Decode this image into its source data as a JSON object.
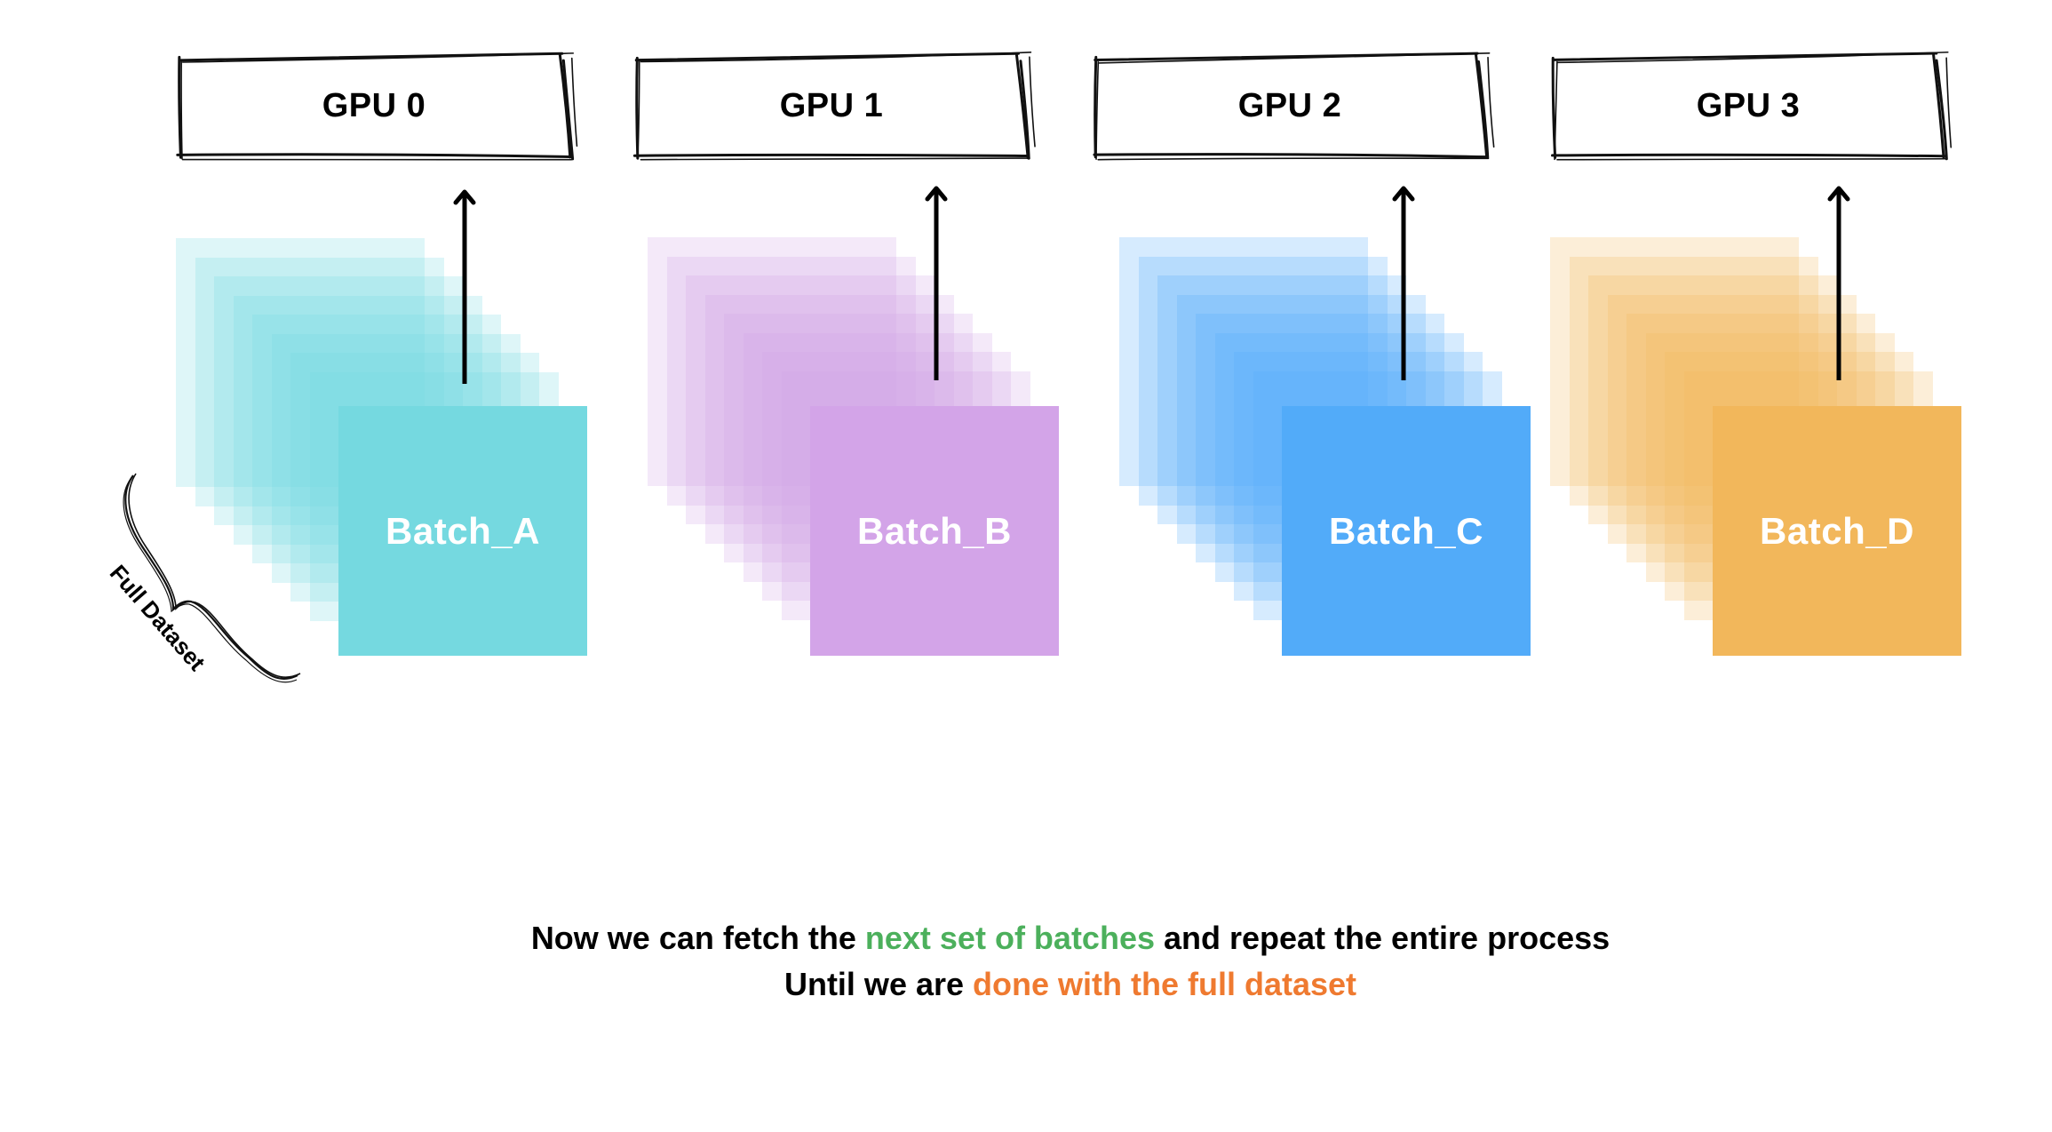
{
  "columns": [
    {
      "gpu_label": "GPU 0",
      "batch_label": "Batch_A",
      "color": "#75d9e0"
    },
    {
      "gpu_label": "GPU 1",
      "batch_label": "Batch_B",
      "color": "#d3a4e8"
    },
    {
      "gpu_label": "GPU 2",
      "batch_label": "Batch_C",
      "color": "#52abf9"
    },
    {
      "gpu_label": "GPU 3",
      "batch_label": "Batch_D",
      "color": "#f2b75b"
    }
  ],
  "dataset_label": "Full Dataset",
  "caption": {
    "line1": {
      "before": "Now we can fetch the ",
      "highlight": "next set of batches",
      "after": " and repeat the entire process",
      "highlight_color": "#4cb05c"
    },
    "line2": {
      "before": "Until we are ",
      "highlight": "done with the full dataset",
      "highlight_color": "#ef7a30"
    }
  }
}
